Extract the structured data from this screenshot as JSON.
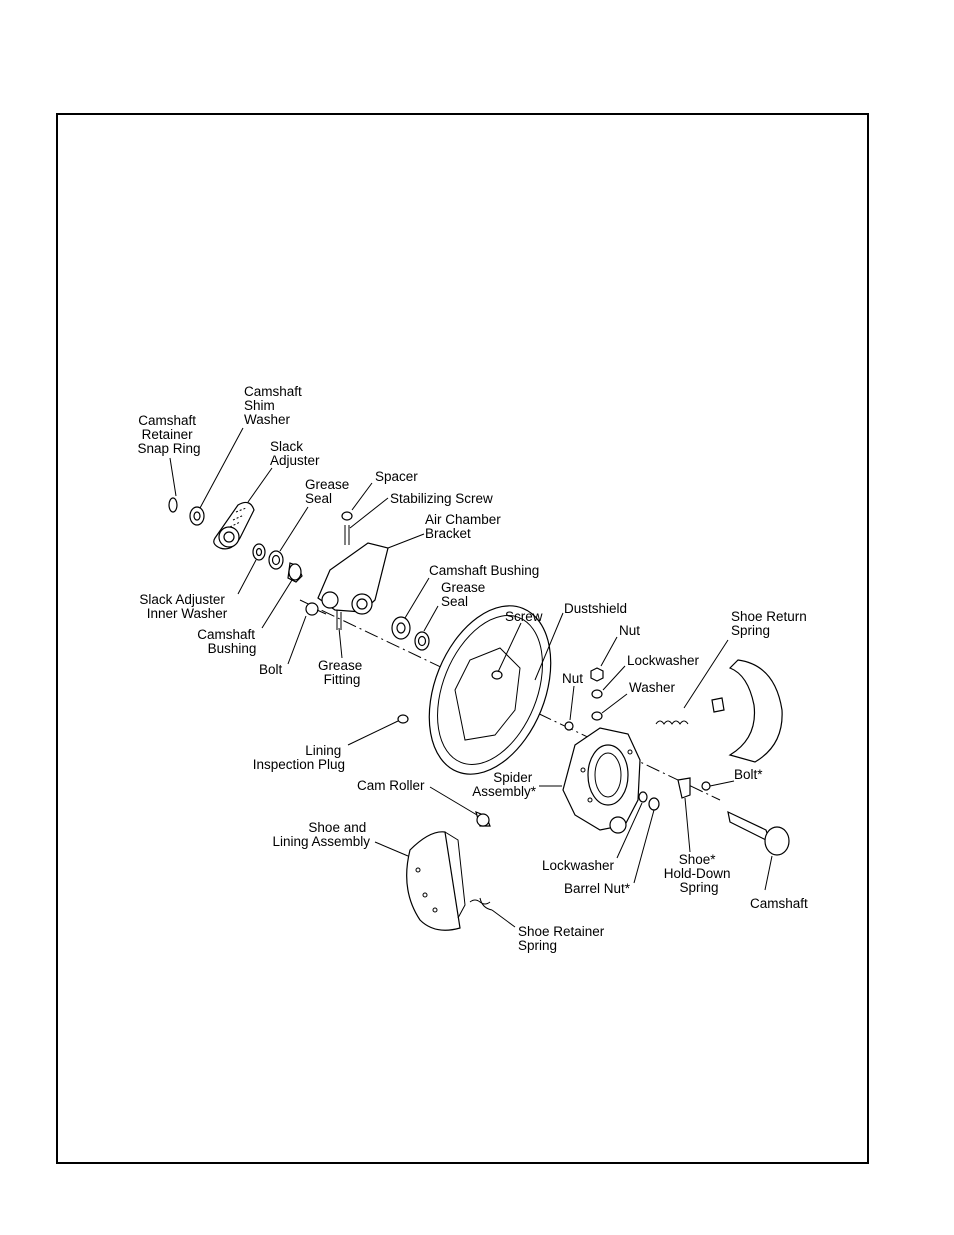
{
  "labels": {
    "retainer_snap_ring": [
      "Camshaft",
      "Retainer",
      "Snap Ring"
    ],
    "shim_washer": [
      "Camshaft",
      "Shim",
      "Washer"
    ],
    "slack_adjuster": [
      "Slack",
      "Adjuster"
    ],
    "grease_seal_1": [
      "Grease",
      "Seal"
    ],
    "spacer": [
      "Spacer"
    ],
    "stabilizing_screw": [
      "Stabilizing Screw"
    ],
    "air_chamber_bracket": [
      "Air Chamber",
      "Bracket"
    ],
    "camshaft_bushing_2": [
      "Camshaft Bushing"
    ],
    "grease_seal_2": [
      "Grease",
      "Seal"
    ],
    "screw": [
      "Screw"
    ],
    "dustshield": [
      "Dustshield"
    ],
    "nut_1": [
      "Nut"
    ],
    "shoe_return_spring": [
      "Shoe Return",
      "Spring"
    ],
    "lockwasher_1": [
      "Lockwasher"
    ],
    "nut_2": [
      "Nut"
    ],
    "washer": [
      "Washer"
    ],
    "slack_adjuster_inner_washer": [
      "Slack Adjuster",
      "Inner Washer"
    ],
    "camshaft_bushing_1": [
      "Camshaft",
      "Bushing"
    ],
    "bolt_1": [
      "Bolt"
    ],
    "grease_fitting": [
      "Grease",
      "Fitting"
    ],
    "lining_inspection_plug": [
      "Lining",
      "Inspection Plug"
    ],
    "cam_roller": [
      "Cam Roller"
    ],
    "spider_assembly": [
      "Spider",
      "Assembly*"
    ],
    "bolt_2": [
      "Bolt*"
    ],
    "shoe_and_lining_assembly": [
      "Shoe and",
      "Lining Assembly"
    ],
    "lockwasher_2": [
      "Lockwasher"
    ],
    "shoe_hold_down_spring": [
      "Shoe*",
      "Hold-Down",
      "Spring"
    ],
    "barrel_nut": [
      "Barrel Nut*"
    ],
    "camshaft": [
      "Camshaft"
    ],
    "shoe_retainer_spring": [
      "Shoe Retainer",
      "Spring"
    ]
  }
}
